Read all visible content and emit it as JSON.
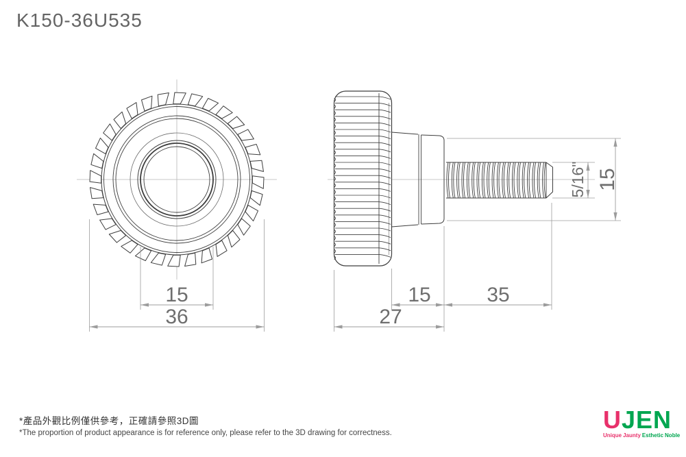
{
  "title": "K150-36U535",
  "drawing": {
    "front_view": {
      "description": "front view of knurled thumb screw knob",
      "dim_inner": "15",
      "dim_outer": "36"
    },
    "side_view": {
      "description": "side view of thumb screw with knurled head, neck and threaded shaft",
      "dim_neck_length": "15",
      "dim_thread_length": "35",
      "dim_head_length": "27",
      "dim_thread_diameter": "5/16\"",
      "dim_neck_diameter": "15"
    }
  },
  "notes": {
    "zh": "*產品外觀比例僅供參考，正確請參照3D圖",
    "en": "*The proportion of product appearance is for reference only, please refer to the 3D drawing for correctness."
  },
  "logo": {
    "word_u": "U",
    "word_jen": "JEN",
    "tagline_words": [
      {
        "text": "Unique",
        "color": "#e8316b"
      },
      {
        "text": "Jaunty",
        "color": "#e8316b"
      },
      {
        "text": "Esthetic",
        "color": "#00a650"
      },
      {
        "text": "Noble",
        "color": "#00a650"
      }
    ]
  },
  "colors": {
    "drawing_line": "#3d3d3d",
    "dimension_line": "#9c9c9c",
    "centerline": "#b8b8b8",
    "dimension_text": "#6e6e6e",
    "title_text": "#646464",
    "logo_pink": "#e8316b",
    "logo_green": "#00a650"
  }
}
